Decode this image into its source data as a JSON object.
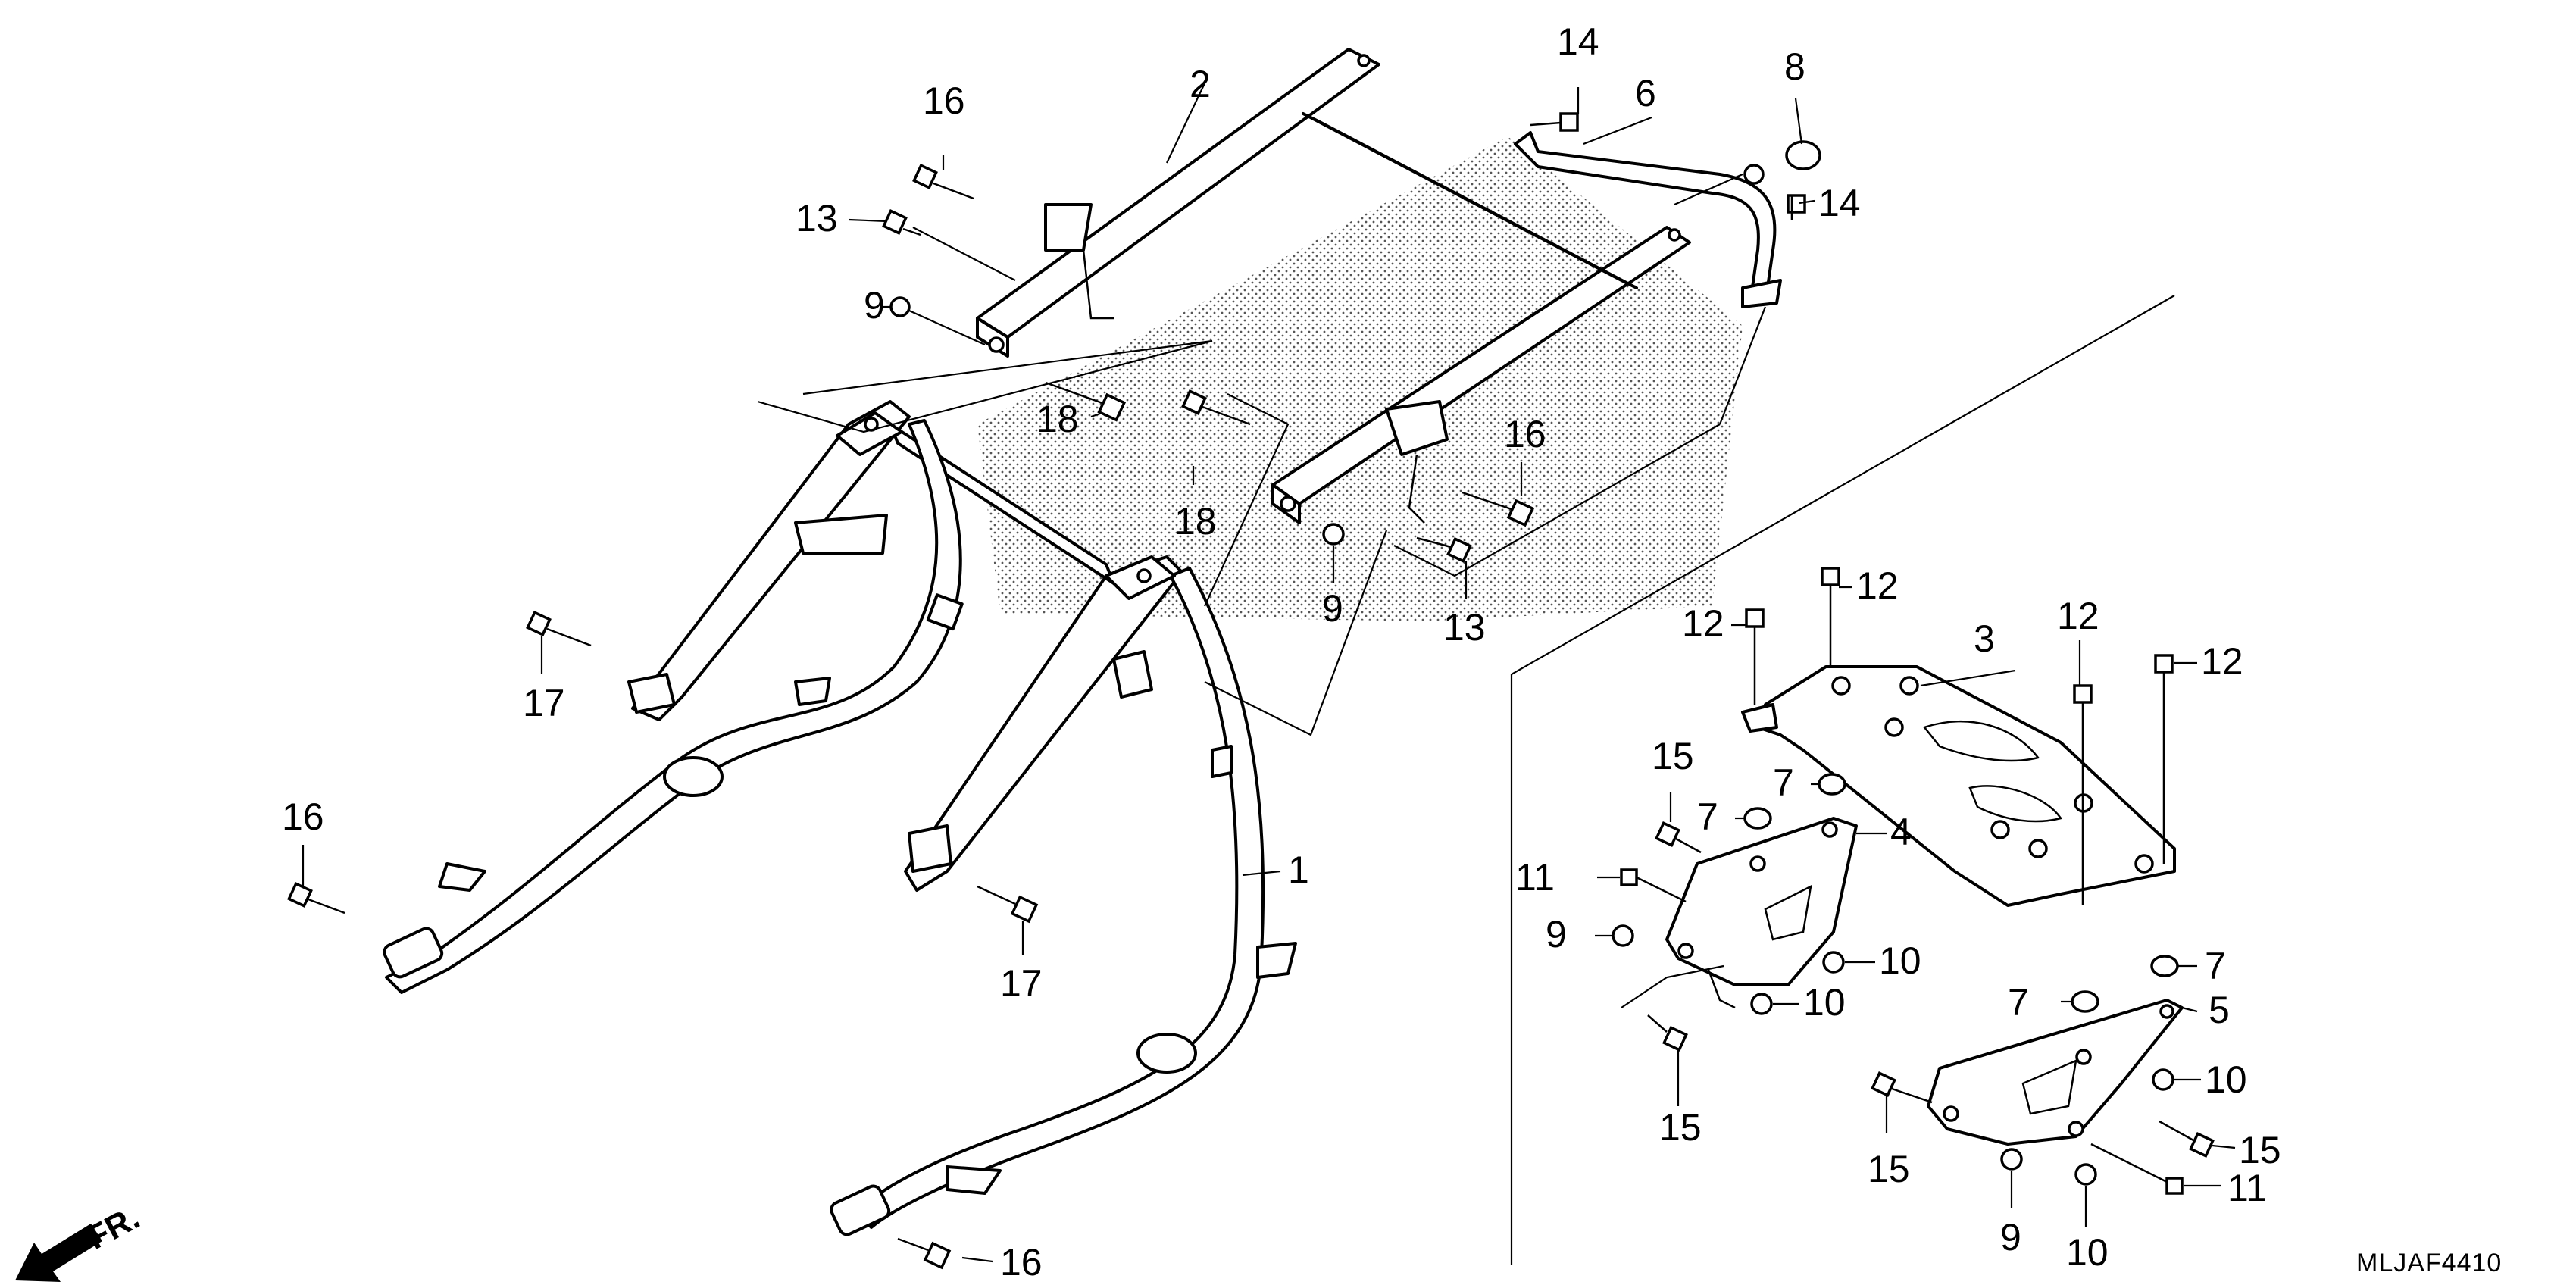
{
  "diagram": {
    "part_numbers": {
      "n1": "1",
      "n2": "2",
      "n3": "3",
      "n4": "4",
      "n5": "5",
      "n6": "6",
      "n7": "7",
      "n8": "8",
      "n9": "9",
      "n10": "10",
      "n11": "11",
      "n12": "12",
      "n13": "13",
      "n14": "14",
      "n15": "15",
      "n16": "16",
      "n17": "17",
      "n18": "18"
    },
    "diagram_code": "MLJAF4410",
    "front_indicator": "FR."
  }
}
